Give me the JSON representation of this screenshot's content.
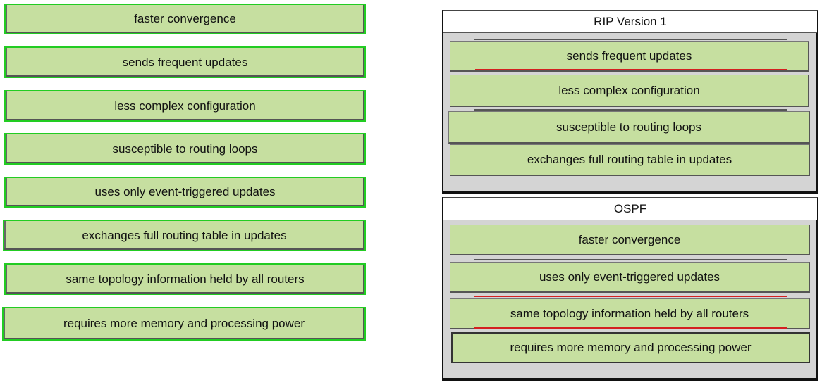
{
  "source_items": [
    "faster convergence",
    "sends frequent updates",
    "less complex configuration",
    "susceptible to routing loops",
    "uses only event-triggered updates",
    "exchanges full routing table in updates",
    "same topology information held by all routers",
    "requires more memory and processing power"
  ],
  "targets": [
    {
      "title": "RIP Version 1",
      "items": [
        "sends frequent updates",
        "less complex configuration",
        "susceptible to routing loops",
        "exchanges full routing table in updates"
      ]
    },
    {
      "title": "OSPF",
      "items": [
        "faster convergence",
        "uses only event-triggered updates",
        "same topology information held by all routers",
        "requires more memory and processing power"
      ]
    }
  ],
  "colors": {
    "item_fill": "#c6dfa0",
    "item_border": "#22cc22",
    "panel_fill": "#d4d4d4",
    "drop_marker": "#d42020"
  }
}
